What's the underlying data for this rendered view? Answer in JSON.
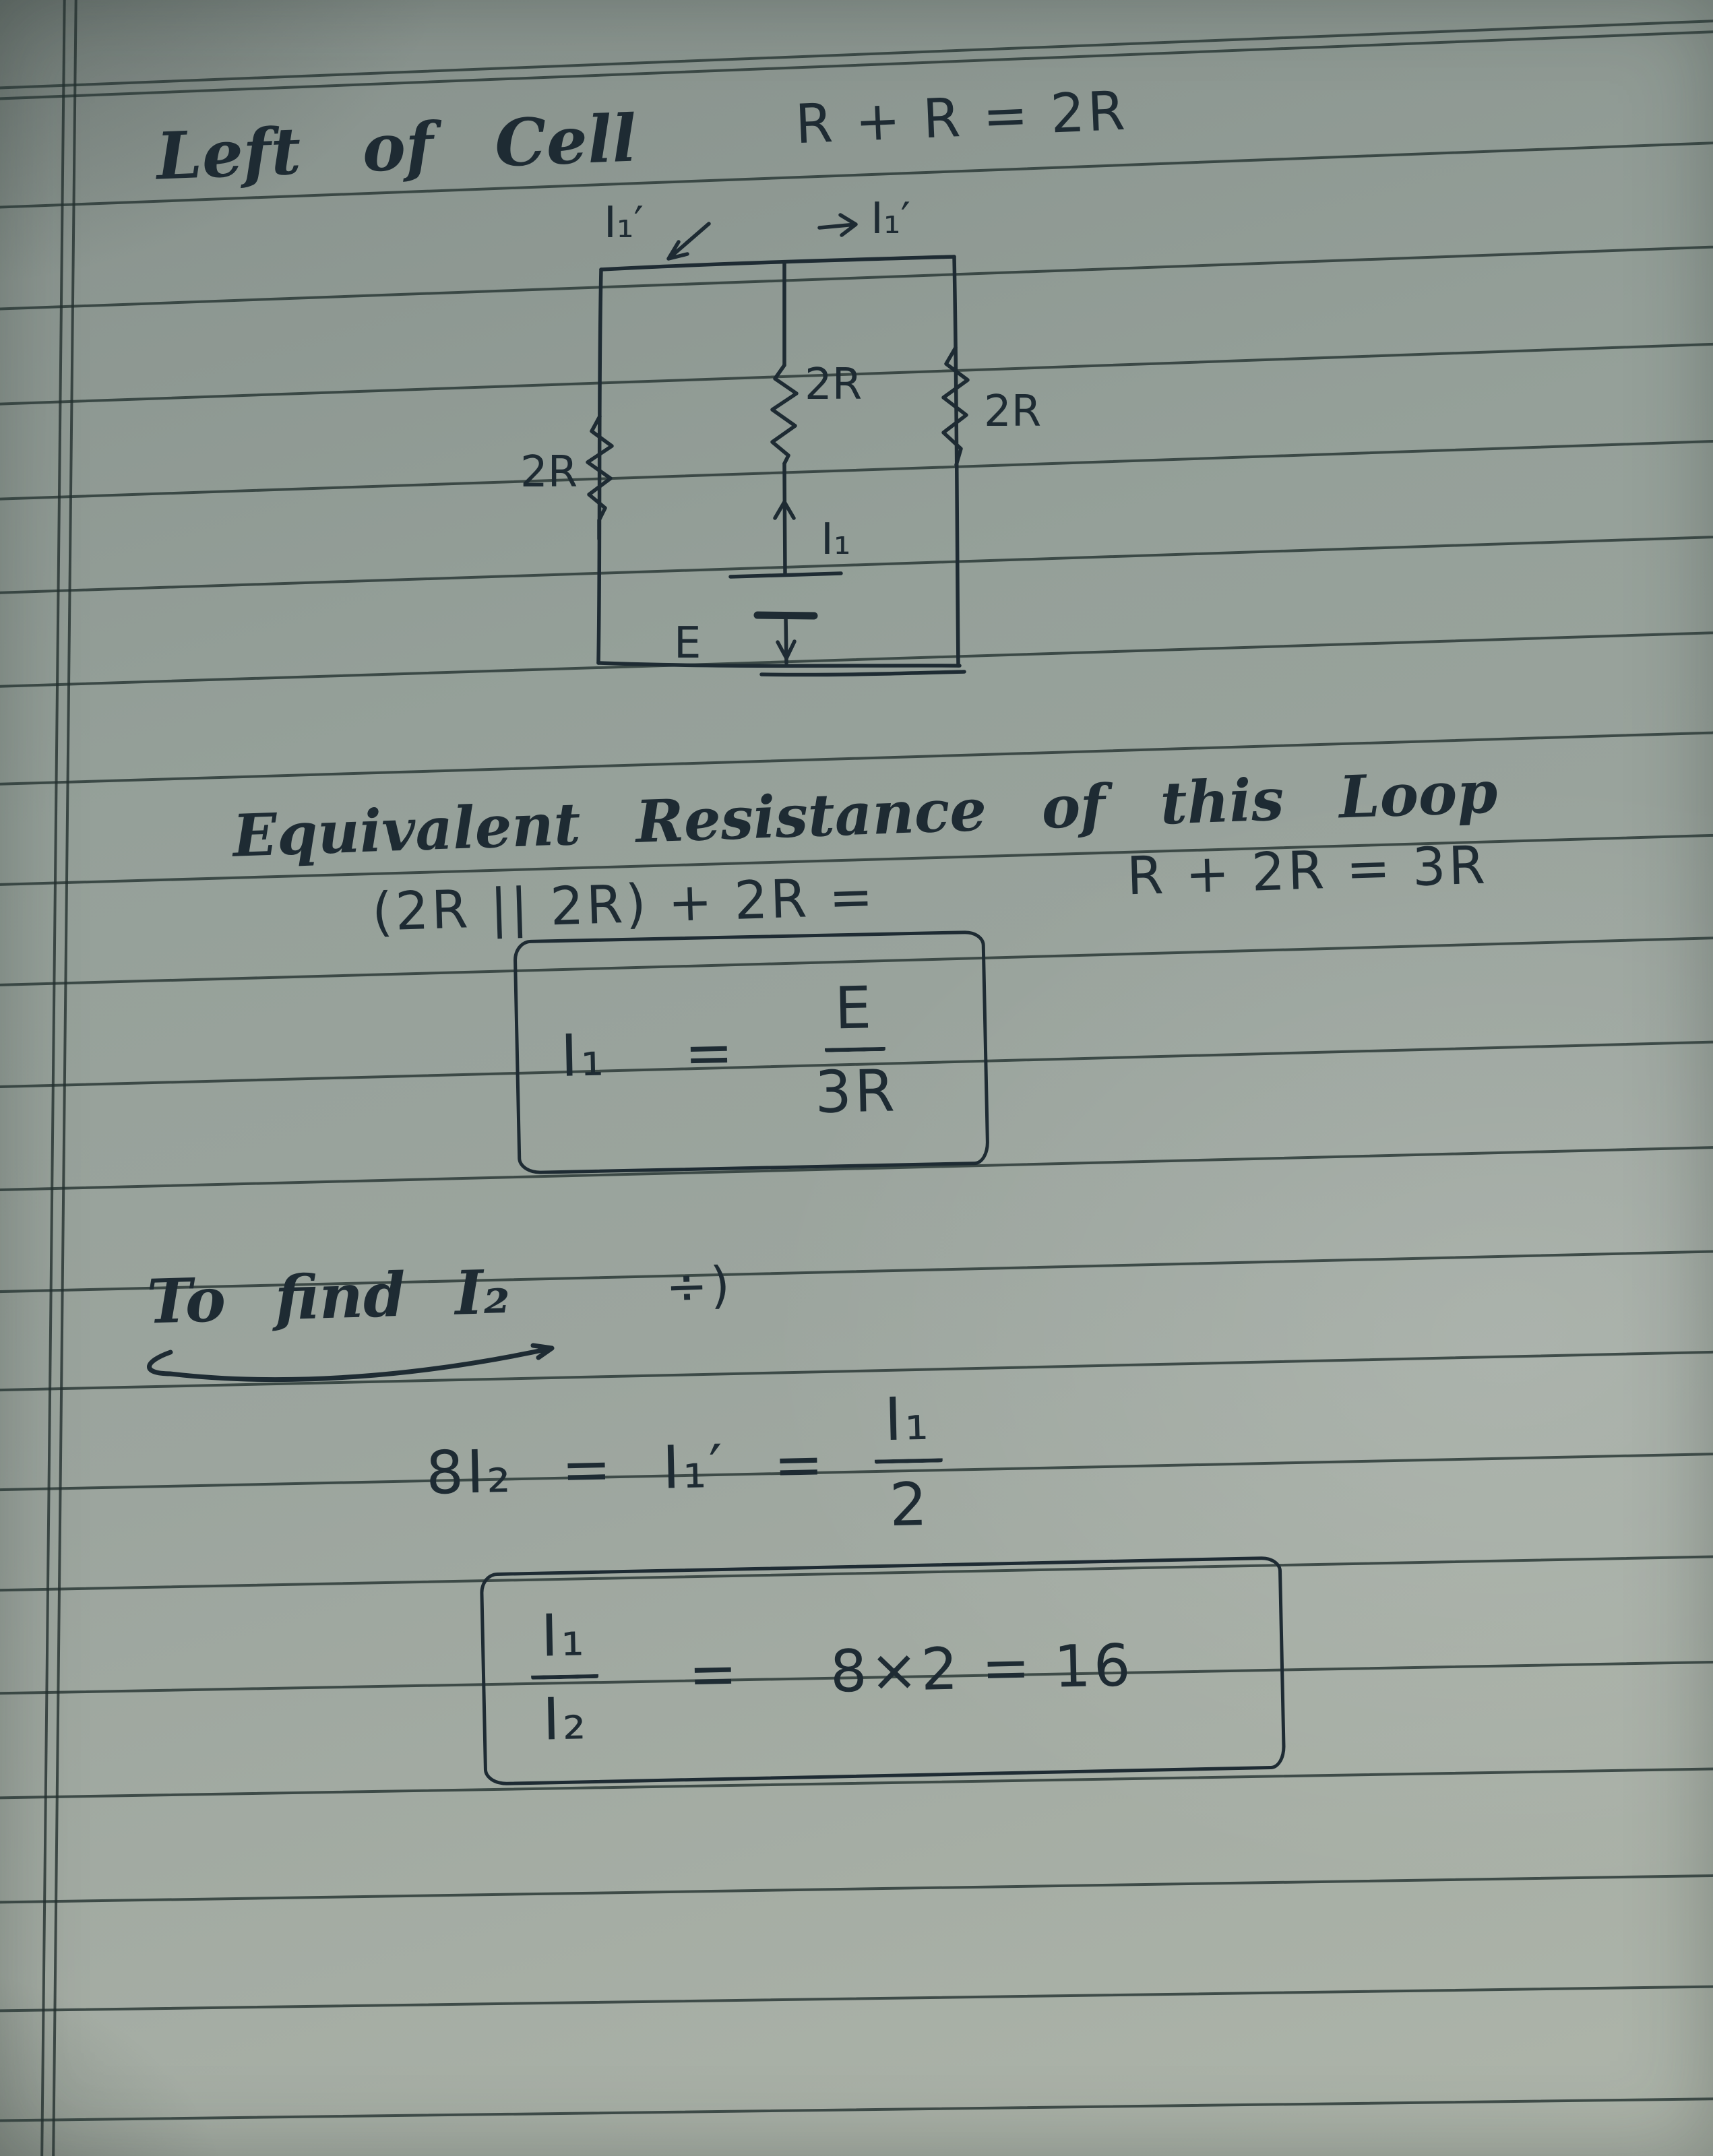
{
  "heading": {
    "left": "Left of Cell",
    "equation": "R + R  =  2R"
  },
  "circuit": {
    "current_top_left": "I₁′",
    "current_top_right": "I₁′",
    "resistor_left": "2R",
    "resistor_middle": "2R",
    "resistor_right": "2R",
    "current_middle": "I₁",
    "battery": "E"
  },
  "equivalent": {
    "title": "Equivalent Resistance of this Loop",
    "expr_left": "(2R || 2R) + 2R  =",
    "expr_right": "R + 2R  = 3R",
    "result": {
      "lhs": "I₁",
      "equals": "=",
      "numerator": "E",
      "denominator": "3R"
    }
  },
  "find_i2": {
    "title": "To find I₂",
    "marker": "÷)",
    "relation": {
      "lhs": "8I₂",
      "eq1": "=",
      "mid": "I₁′",
      "eq2": "=",
      "numerator": "I₁",
      "denominator": "2"
    },
    "result": {
      "numerator": "I₁",
      "denominator": "I₂",
      "equals": "=",
      "rhs": "8×2 = 16"
    }
  },
  "ink_color": "#1e2b33"
}
